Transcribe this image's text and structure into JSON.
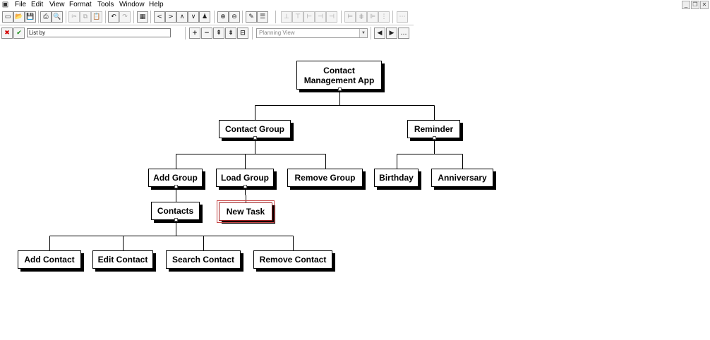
{
  "menubar": {
    "app_icon": "word-processor-app-icon",
    "items": [
      "File",
      "Edit",
      "View",
      "Format",
      "Tools",
      "Window",
      "Help"
    ],
    "window_controls": {
      "minimize": "_",
      "restore": "❐",
      "close": "✕"
    }
  },
  "toolbar1": {
    "buttons": [
      {
        "name": "new-document-icon",
        "glyph": "▭"
      },
      {
        "name": "open-folder-icon",
        "glyph": "📂"
      },
      {
        "name": "save-disk-icon",
        "glyph": "💾"
      },
      {
        "name": "print-icon",
        "glyph": "⎙"
      },
      {
        "name": "print-preview-icon",
        "glyph": "🔍"
      },
      {
        "name": "cut-icon",
        "glyph": "✂",
        "disabled": true
      },
      {
        "name": "copy-icon",
        "glyph": "⧉",
        "disabled": true
      },
      {
        "name": "paste-icon",
        "glyph": "📋",
        "disabled": true
      },
      {
        "name": "undo-icon",
        "glyph": "↶"
      },
      {
        "name": "redo-icon",
        "glyph": "↷",
        "disabled": true
      },
      {
        "name": "calendar-icon",
        "glyph": "▦"
      },
      {
        "name": "move-left-icon",
        "glyph": "<"
      },
      {
        "name": "move-right-icon",
        "glyph": ">"
      },
      {
        "name": "move-up-icon",
        "glyph": "∧"
      },
      {
        "name": "move-down-icon",
        "glyph": "∨"
      },
      {
        "name": "format-painter-icon",
        "glyph": "♟"
      },
      {
        "name": "zoom-in-icon",
        "glyph": "⊕"
      },
      {
        "name": "zoom-out-icon",
        "glyph": "⊖"
      },
      {
        "name": "palette-icon",
        "glyph": "✎"
      },
      {
        "name": "outline-view-icon",
        "glyph": "☰"
      },
      {
        "name": "layout-tree-icon",
        "glyph": "⊥",
        "disabled": true
      },
      {
        "name": "layout-org-icon",
        "glyph": "⊤",
        "disabled": true
      },
      {
        "name": "layout-left-icon",
        "glyph": "⊢",
        "disabled": true
      },
      {
        "name": "layout-both-icon",
        "glyph": "⊣",
        "disabled": true
      },
      {
        "name": "layout-right-icon",
        "glyph": "⊣",
        "disabled": true
      },
      {
        "name": "align-left-icon",
        "glyph": "⊨",
        "disabled": true
      },
      {
        "name": "align-center-icon",
        "glyph": "⋕",
        "disabled": true
      },
      {
        "name": "align-right-icon",
        "glyph": "⊫",
        "disabled": true
      },
      {
        "name": "align-top-icon",
        "glyph": "⋮",
        "disabled": true
      },
      {
        "name": "align-bottom-icon",
        "glyph": "⋯",
        "disabled": true
      }
    ]
  },
  "toolbar2": {
    "cancel_glyph": "✖",
    "accept_glyph": "✔",
    "list_by": "List by",
    "outline_buttons": [
      {
        "name": "add-topic-icon",
        "glyph": "+"
      },
      {
        "name": "remove-topic-icon",
        "glyph": "−"
      },
      {
        "name": "promote-topic-icon",
        "glyph": "⇞"
      },
      {
        "name": "demote-topic-icon",
        "glyph": "⇟"
      },
      {
        "name": "collapse-topic-icon",
        "glyph": "⊟"
      }
    ],
    "view_select": "Planning View",
    "nav_buttons": [
      {
        "name": "previous-view-icon",
        "glyph": "◀"
      },
      {
        "name": "next-view-icon",
        "glyph": "▶"
      },
      {
        "name": "more-options-icon",
        "glyph": "…"
      }
    ]
  },
  "diagram": {
    "nodes": [
      {
        "id": "root",
        "label": "Contact\nManagement App"
      },
      {
        "id": "contact-group",
        "label": "Contact Group"
      },
      {
        "id": "reminder",
        "label": "Reminder"
      },
      {
        "id": "add-group",
        "label": "Add Group"
      },
      {
        "id": "load-group",
        "label": "Load Group"
      },
      {
        "id": "remove-group",
        "label": "Remove Group"
      },
      {
        "id": "birthday",
        "label": "Birthday"
      },
      {
        "id": "anniversary",
        "label": "Anniversary"
      },
      {
        "id": "contacts",
        "label": "Contacts"
      },
      {
        "id": "new-task",
        "label": "New Task",
        "selected": true
      },
      {
        "id": "add-contact",
        "label": "Add Contact"
      },
      {
        "id": "edit-contact",
        "label": "Edit Contact"
      },
      {
        "id": "search-contact",
        "label": "Search Contact"
      },
      {
        "id": "remove-contact",
        "label": "Remove Contact"
      }
    ],
    "edges": [
      [
        "root",
        "contact-group"
      ],
      [
        "root",
        "reminder"
      ],
      [
        "contact-group",
        "add-group"
      ],
      [
        "contact-group",
        "load-group"
      ],
      [
        "contact-group",
        "remove-group"
      ],
      [
        "reminder",
        "birthday"
      ],
      [
        "reminder",
        "anniversary"
      ],
      [
        "add-group",
        "contacts"
      ],
      [
        "load-group",
        "new-task"
      ],
      [
        "contacts",
        "add-contact"
      ],
      [
        "contacts",
        "edit-contact"
      ],
      [
        "contacts",
        "search-contact"
      ],
      [
        "contacts",
        "remove-contact"
      ]
    ]
  }
}
